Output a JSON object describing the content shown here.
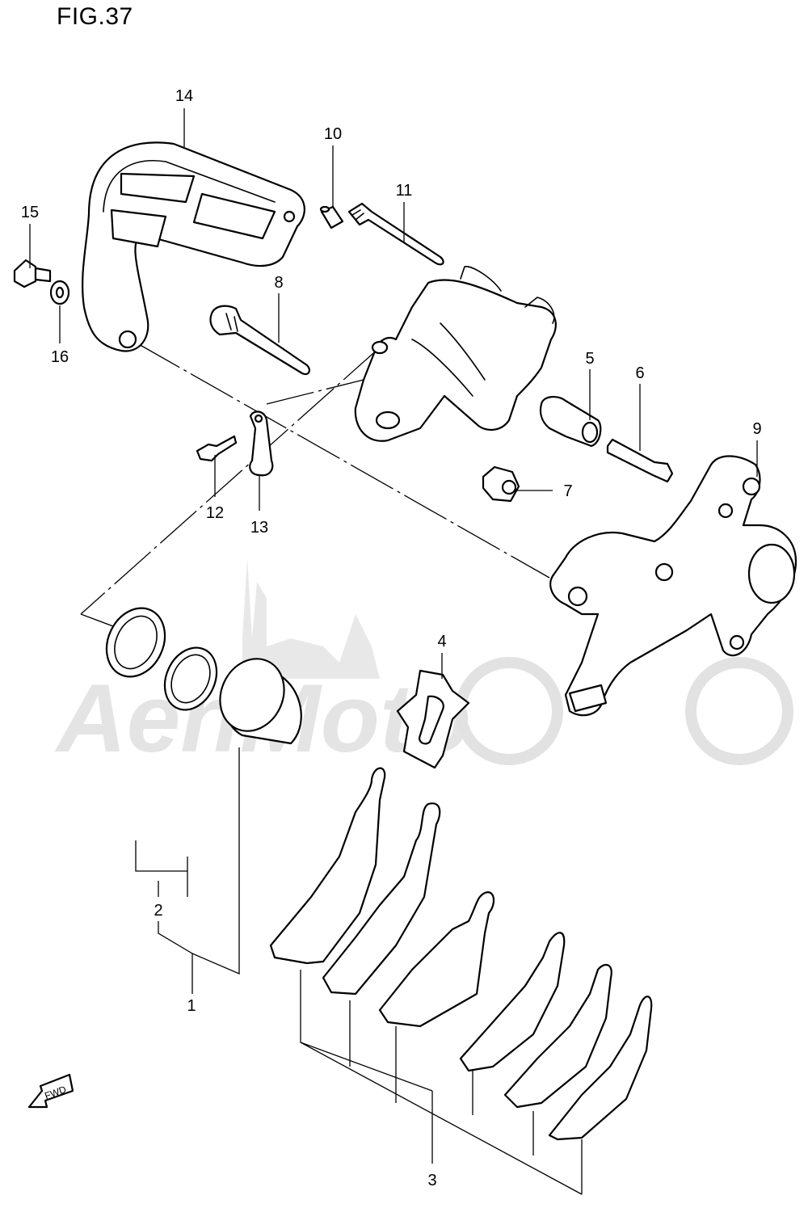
{
  "figure": {
    "title": "FIG.37"
  },
  "callouts": [
    {
      "id": "1",
      "label": "1"
    },
    {
      "id": "2",
      "label": "2"
    },
    {
      "id": "3",
      "label": "3"
    },
    {
      "id": "4",
      "label": "4"
    },
    {
      "id": "5",
      "label": "5"
    },
    {
      "id": "6",
      "label": "6"
    },
    {
      "id": "7",
      "label": "7"
    },
    {
      "id": "8",
      "label": "8"
    },
    {
      "id": "9",
      "label": "9"
    },
    {
      "id": "10",
      "label": "10"
    },
    {
      "id": "11",
      "label": "11"
    },
    {
      "id": "12",
      "label": "12"
    },
    {
      "id": "13",
      "label": "13"
    },
    {
      "id": "14",
      "label": "14"
    },
    {
      "id": "15",
      "label": "15"
    },
    {
      "id": "16",
      "label": "16"
    }
  ],
  "direction_marker": {
    "label": "FWD"
  },
  "watermark": {
    "text": "AehMoto"
  }
}
